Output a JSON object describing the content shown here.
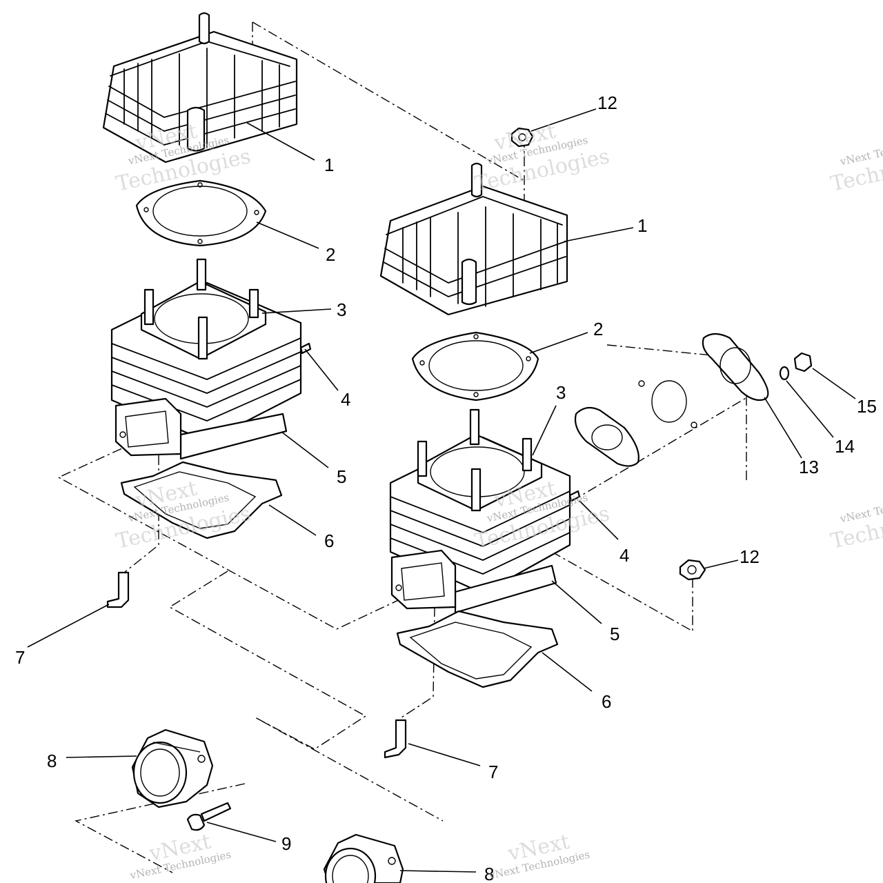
{
  "watermark": {
    "line1": "vNext Technologies",
    "line2": "Technologies",
    "line3": "vNext"
  },
  "callouts": {
    "head_left": "1",
    "head_right": "1",
    "head_gasket_left": "2",
    "head_gasket_right": "2",
    "cylinder_left": "3",
    "cylinder_right": "3",
    "stud_left": "4",
    "stud_right": "4",
    "cyl_base_left": "5",
    "cyl_base_right": "5",
    "base_gasket_left": "6",
    "base_gasket_right": "6",
    "fitting_left": "7",
    "fitting_right": "7",
    "manifold_left": "8",
    "manifold_right": "8",
    "bolt": "9",
    "nut_top": "12",
    "nut_bottom": "12",
    "exhaust_gasket": "13",
    "washer": "14",
    "exhaust_nut": "15"
  }
}
